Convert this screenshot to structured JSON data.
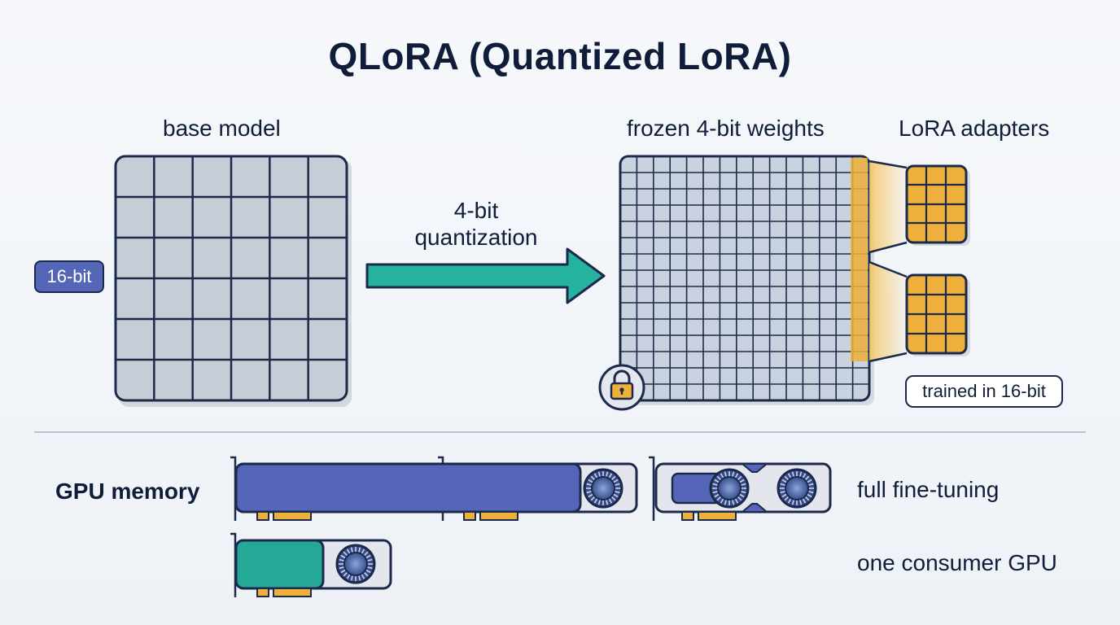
{
  "title": "QLoRA (Quantized LoRA)",
  "base_model": {
    "label": "base model",
    "precision_badge": "16-bit"
  },
  "quantization": {
    "line1": "4-bit",
    "line2": "quantization"
  },
  "quantized_model": {
    "label": "frozen 4-bit weights"
  },
  "adapters": {
    "label": "LoRA adapters",
    "badge": "trained in 16-bit"
  },
  "gpu_memory": {
    "label": "GPU memory",
    "rows": [
      {
        "label": "full fine-tuning",
        "fill_color": "#5566b8",
        "gpu_count": 3
      },
      {
        "label": "one consumer GPU",
        "fill_color": "#25a898",
        "gpu_count": 1
      }
    ]
  },
  "colors": {
    "grid_fill": "#c7cdd6",
    "grid_line": "#1b2a4a",
    "arrow": "#25b3a0",
    "adapter": "#eeb03b",
    "badge_blue": "#5566b8"
  },
  "icons": [
    "arrow-right-icon",
    "lock-icon",
    "gpu-fan-icon"
  ]
}
